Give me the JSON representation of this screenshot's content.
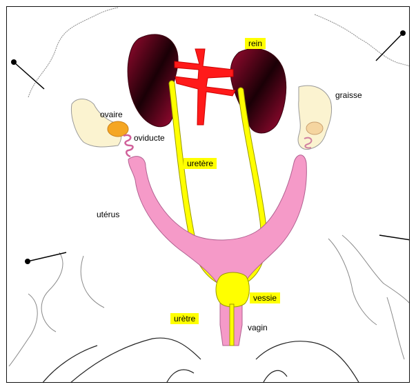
{
  "labels": {
    "rein": "rein",
    "graisse": "graisse",
    "ovaire": "ovaire",
    "oviducte": "oviducte",
    "uretere": "uretère",
    "uterus": "utérus",
    "vessie": "vessie",
    "uretre": "urètre",
    "vagin": "vagin"
  },
  "colors": {
    "kidney": "#8b0a2a",
    "artery": "#ff1a1a",
    "ureter": "#ffff00",
    "uterus": "#f59ac8",
    "ovary": "#f5a623",
    "fat": "#fbf3d0",
    "highlight": "#ffff00"
  }
}
